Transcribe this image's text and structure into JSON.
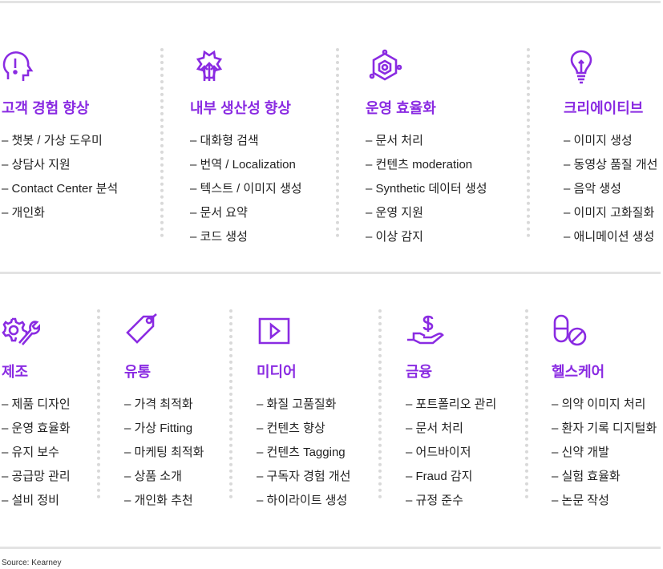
{
  "accent": "#8a2be2",
  "top": [
    {
      "icon": "head-alert-icon",
      "title": "고객 경험 향상",
      "items": [
        "챗봇 / 가상 도우미",
        "상담사 지원",
        "Contact Center 분석",
        "개인화"
      ]
    },
    {
      "icon": "gear-arrows-up-icon",
      "title": "내부 생산성 향상",
      "items": [
        "대화형 검색",
        "번역 / Localization",
        "텍스트 / 이미지 생성",
        "문서 요약",
        "코드 생성"
      ]
    },
    {
      "icon": "hexagon-network-icon",
      "title": "운영 효율화",
      "items": [
        "문서 처리",
        "컨텐츠 moderation",
        "Synthetic 데이터 생성",
        "운영 지원",
        "이상 감지"
      ]
    },
    {
      "icon": "lightbulb-icon",
      "title": "크리에이티브",
      "items": [
        "이미지 생성",
        "동영상 품질 개선",
        "음악 생성",
        "이미지 고화질화",
        "애니메이션 생성"
      ]
    }
  ],
  "bottom": [
    {
      "icon": "gear-wrench-icon",
      "title": "제조",
      "items": [
        "제품 디자인",
        "운영 효율화",
        "유지 보수",
        "공급망 관리",
        "설비 정비"
      ]
    },
    {
      "icon": "price-tag-icon",
      "title": "유통",
      "items": [
        "가격 최적화",
        "가상 Fitting",
        "마케팅 최적화",
        "상품 소개",
        "개인화 추천"
      ]
    },
    {
      "icon": "video-play-icon",
      "title": "미디어",
      "items": [
        "화질 고품질화",
        "컨텐츠 향상",
        "컨텐츠 Tagging",
        "구독자 경험 개선",
        "하이라이트 생성"
      ]
    },
    {
      "icon": "hand-dollar-icon",
      "title": "금융",
      "items": [
        "포트폴리오 관리",
        "문서 처리",
        "어드바이저",
        "Fraud 감지",
        "규정 준수"
      ]
    },
    {
      "icon": "pills-icon",
      "title": "헬스케어",
      "items": [
        "의약 이미지 처리",
        "환자 기록 디지털화",
        "신약 개발",
        "실험 효율화",
        "논문 작성"
      ]
    }
  ],
  "source": "Source: Kearney"
}
